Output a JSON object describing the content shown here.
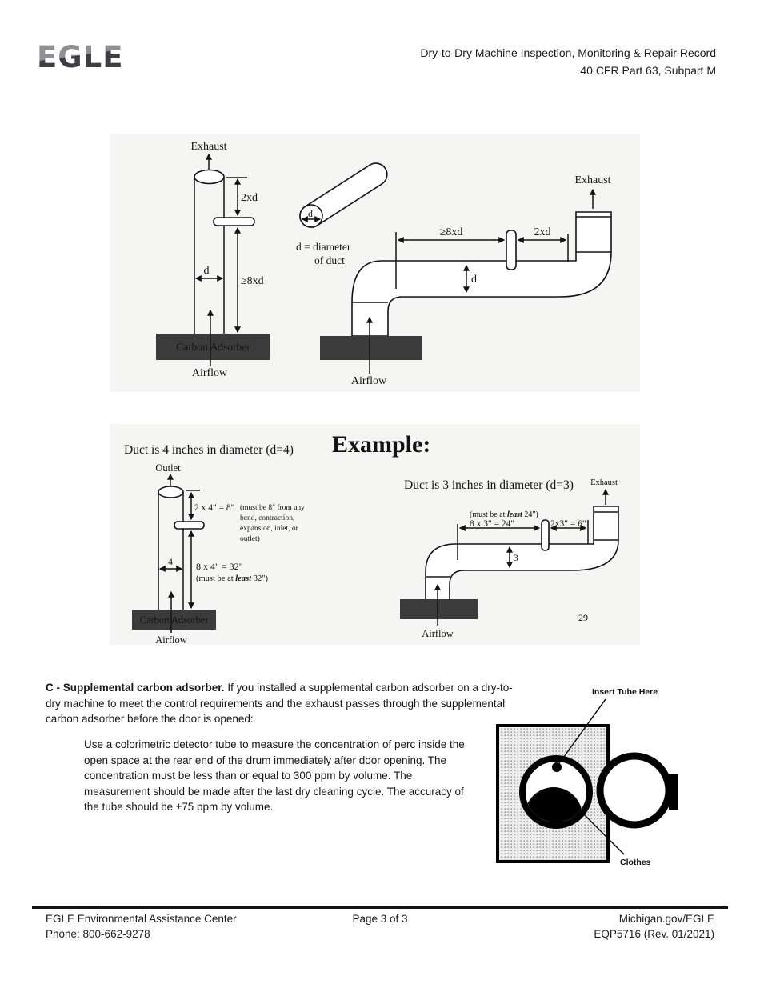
{
  "header": {
    "logo_text": "EGLE",
    "title_line1": "Dry-to-Dry Machine Inspection, Monitoring & Repair Record",
    "title_line2": "40 CFR Part 63, Subpart M"
  },
  "colors": {
    "scan_bg": "#f5f5f3",
    "adsorber_box": "#3b3b3b",
    "ink": "#131313"
  },
  "figure_top": {
    "vertical_duct": {
      "exhaust_label": "Exhaust",
      "dim_2xd": "2xd",
      "dim_8xd": "≥8xd",
      "dim_d": "d",
      "adsorber_label": "Carbon Adsorber",
      "airflow_label": "Airflow"
    },
    "duct_legend": {
      "d_label": "d",
      "line1": "d  = diameter",
      "line2": "of duct"
    },
    "horizontal_duct": {
      "exhaust_label": "Exhaust",
      "dim_8xd": "≥8xd",
      "dim_2xd": "2xd",
      "dim_d": "d",
      "airflow_label": "Airflow"
    }
  },
  "example": {
    "heading": "Example:",
    "left": {
      "title": "Duct is 4 inches in diameter (d=4)",
      "outlet_label": "Outlet",
      "dim_top": "2 x 4\" = 8\"",
      "note_lines": [
        "(must be 8\" from any",
        "bend, contraction,",
        "expansion, inlet, or",
        "outlet)"
      ],
      "dim_d": "4",
      "dim_bottom": "8 x 4\" = 32\"",
      "note2_prefix": "(must be at ",
      "note2_italic": "least",
      "note2_suffix": " 32\")",
      "adsorber_label": "Carbon Adsorber",
      "airflow_label": "Airflow"
    },
    "right": {
      "title": "Duct is 3 inches in diameter (d=3)",
      "exhaust_label": "Exhaust",
      "note_prefix": "(must be at ",
      "note_italic": "least",
      "note_suffix": " 24\")",
      "dim_8x3": "8 x 3\" = 24\"",
      "dim_2x3": "2x3\" = 6\"",
      "dim_d": "3",
      "airflow_label": "Airflow",
      "scan_page_number": "29"
    }
  },
  "section_c": {
    "heading": "C - Supplemental carbon adsorber.",
    "intro": "  If you installed a supplemental carbon adsorber on a dry-to-dry machine to meet the control requirements and the exhaust passes through the supplemental carbon adsorber before the door is opened:",
    "body": " Use a colorimetric detector tube to measure the concentration of perc inside the open space at the rear end of the drum immediately after door opening.  The concentration must be less than or equal to 300 ppm by volume.  The measurement should be made after the last dry cleaning cycle.  The accuracy of the tube should be ±75 ppm by volume."
  },
  "drum_figure": {
    "insert_label": "Insert Tube Here",
    "clothes_label": "Clothes"
  },
  "footer": {
    "org_line1": "EGLE Environmental Assistance Center",
    "org_line2": "Phone: 800-662-9278",
    "page_indicator": "Page 3 of 3",
    "site": "Michigan.gov/EGLE",
    "doc_number": "EQP5716 (Rev. 01/2021)"
  }
}
